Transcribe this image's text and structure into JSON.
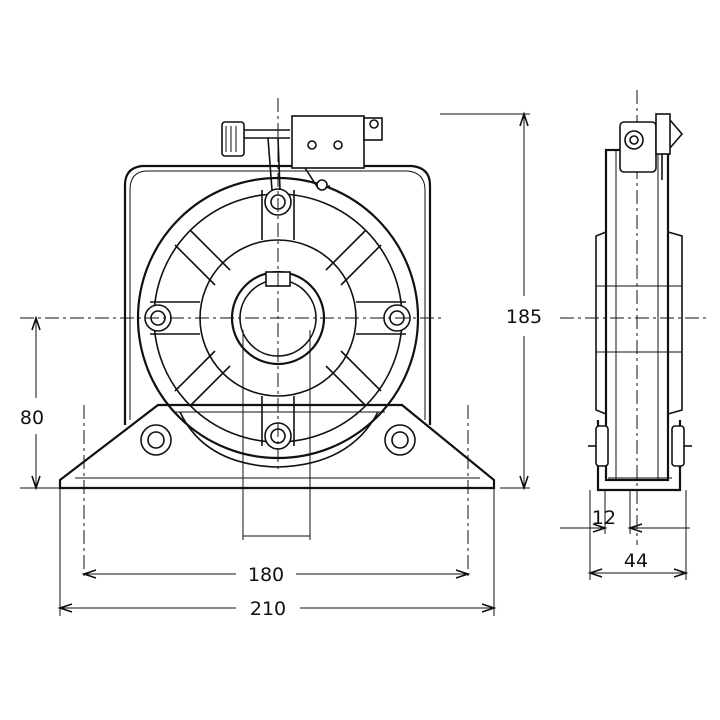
{
  "drawing": {
    "dimensions": {
      "overall_height": "185",
      "axis_height": "80",
      "hole_spacing": "180",
      "base_width": "210",
      "side_offset": "12",
      "side_width": "44"
    }
  },
  "colors": {
    "line": "#111111",
    "background": "#ffffff"
  }
}
